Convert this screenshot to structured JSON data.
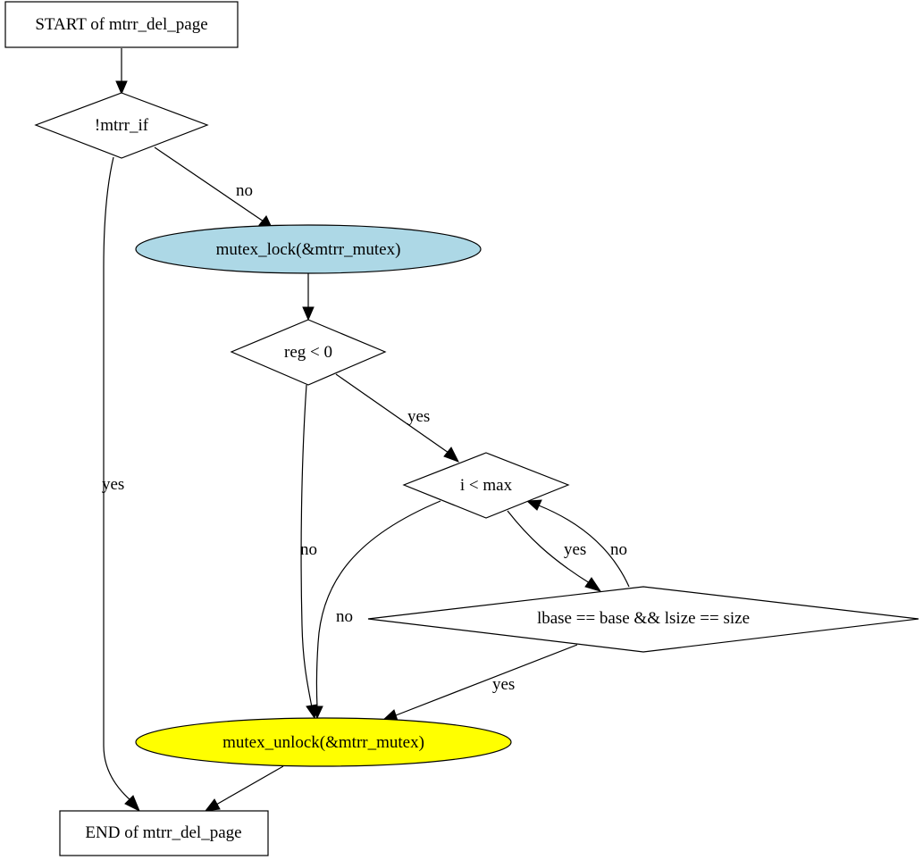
{
  "diagram": {
    "colors": {
      "lock_fill": "#add8e6",
      "unlock_fill": "#ffff00",
      "default_fill": "#ffffff",
      "stroke": "#000000"
    },
    "nodes": {
      "start": {
        "label": "START of mtrr_del_page",
        "shape": "box"
      },
      "check_mtrr_if": {
        "label": "!mtrr_if",
        "shape": "diamond"
      },
      "mutex_lock": {
        "label": "mutex_lock(&mtrr_mutex)",
        "shape": "ellipse"
      },
      "check_reg": {
        "label": "reg < 0",
        "shape": "diamond"
      },
      "check_loop": {
        "label": "i < max",
        "shape": "diamond"
      },
      "check_match": {
        "label": "lbase == base && lsize == size",
        "shape": "diamond"
      },
      "mutex_unlock": {
        "label": "mutex_unlock(&mtrr_mutex)",
        "shape": "ellipse"
      },
      "end": {
        "label": "END of mtrr_del_page",
        "shape": "box"
      }
    },
    "edges": {
      "start_to_mtrr_if": {
        "from": "START of mtrr_del_page",
        "to": "!mtrr_if",
        "label": ""
      },
      "mtrr_if_no": {
        "from": "!mtrr_if",
        "to": "mutex_lock(&mtrr_mutex)",
        "label": "no"
      },
      "mtrr_if_yes": {
        "from": "!mtrr_if",
        "to": "END of mtrr_del_page",
        "label": "yes"
      },
      "lock_to_reg": {
        "from": "mutex_lock(&mtrr_mutex)",
        "to": "reg < 0",
        "label": ""
      },
      "reg_yes": {
        "from": "reg < 0",
        "to": "i < max",
        "label": "yes"
      },
      "reg_no": {
        "from": "reg < 0",
        "to": "mutex_unlock(&mtrr_mutex)",
        "label": "no"
      },
      "loop_yes": {
        "from": "i < max",
        "to": "lbase == base && lsize == size",
        "label": "yes"
      },
      "loop_no": {
        "from": "i < max",
        "to": "mutex_unlock(&mtrr_mutex)",
        "label": "no"
      },
      "match_no": {
        "from": "lbase == base && lsize == size",
        "to": "i < max",
        "label": "no"
      },
      "match_yes": {
        "from": "lbase == base && lsize == size",
        "to": "mutex_unlock(&mtrr_mutex)",
        "label": "yes"
      },
      "unlock_to_end": {
        "from": "mutex_unlock(&mtrr_mutex)",
        "to": "END of mtrr_del_page",
        "label": ""
      }
    }
  }
}
